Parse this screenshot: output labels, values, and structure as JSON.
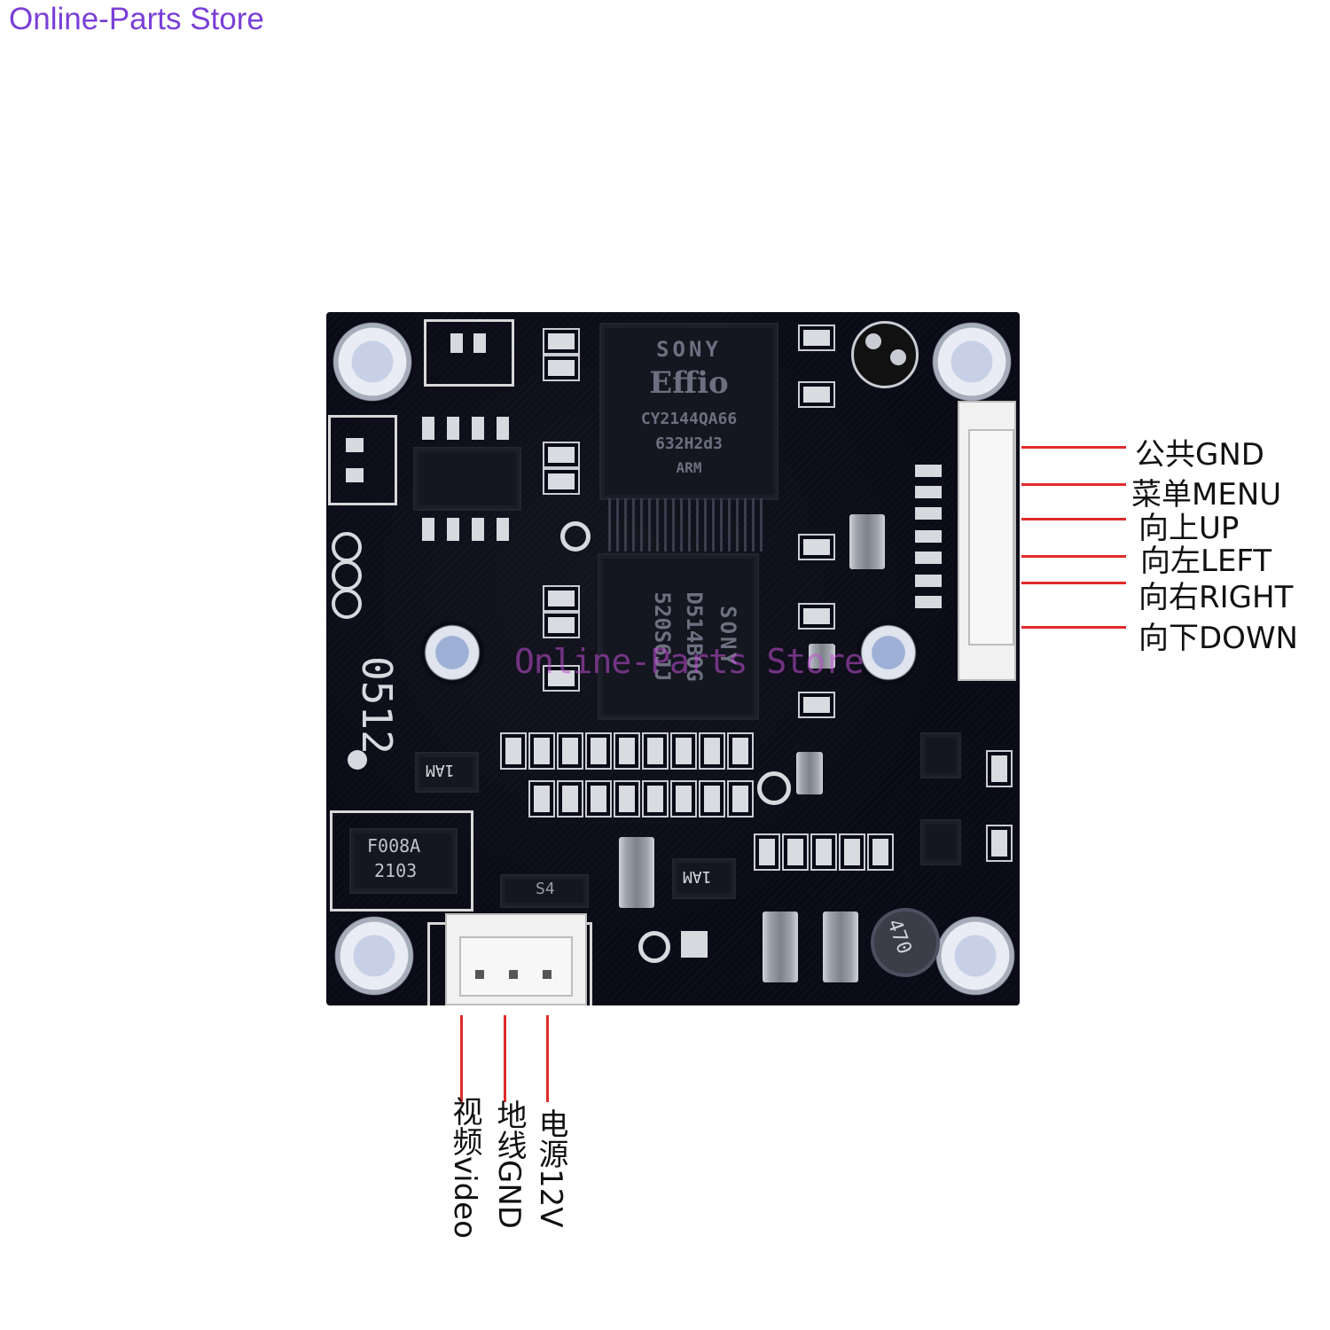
{
  "store_name": "Online-Parts Store",
  "watermark": "Online-Parts Store",
  "colors": {
    "store_text": "#7a3fd8",
    "watermark_text": "#c34ed6",
    "wire": "#e02a2a",
    "pcb": "#0a0b16"
  },
  "chips": {
    "top": {
      "line1": "SONY",
      "line2": "Effio",
      "line3": "CY2144QA66",
      "line4": "632H2d3",
      "line5": "ARM"
    },
    "middle": {
      "line1": "SONY",
      "line2": "D514BOG",
      "line3": "520S6JJ"
    }
  },
  "silkscreen": {
    "board_code": "0512",
    "diode": "F008A",
    "diode_code": "2103",
    "inductor": "470",
    "mark1": "1AM",
    "mark2": "1AM",
    "mark3": "S4"
  },
  "right_pins": [
    {
      "label": "公共GND"
    },
    {
      "label": "菜单MENU"
    },
    {
      "label": "向上UP"
    },
    {
      "label": "向左LEFT"
    },
    {
      "label": "向右RIGHT"
    },
    {
      "label": "向下DOWN"
    }
  ],
  "bottom_pins": [
    {
      "label": "视频video"
    },
    {
      "label": "地线GND"
    },
    {
      "label": "电源12V"
    }
  ]
}
